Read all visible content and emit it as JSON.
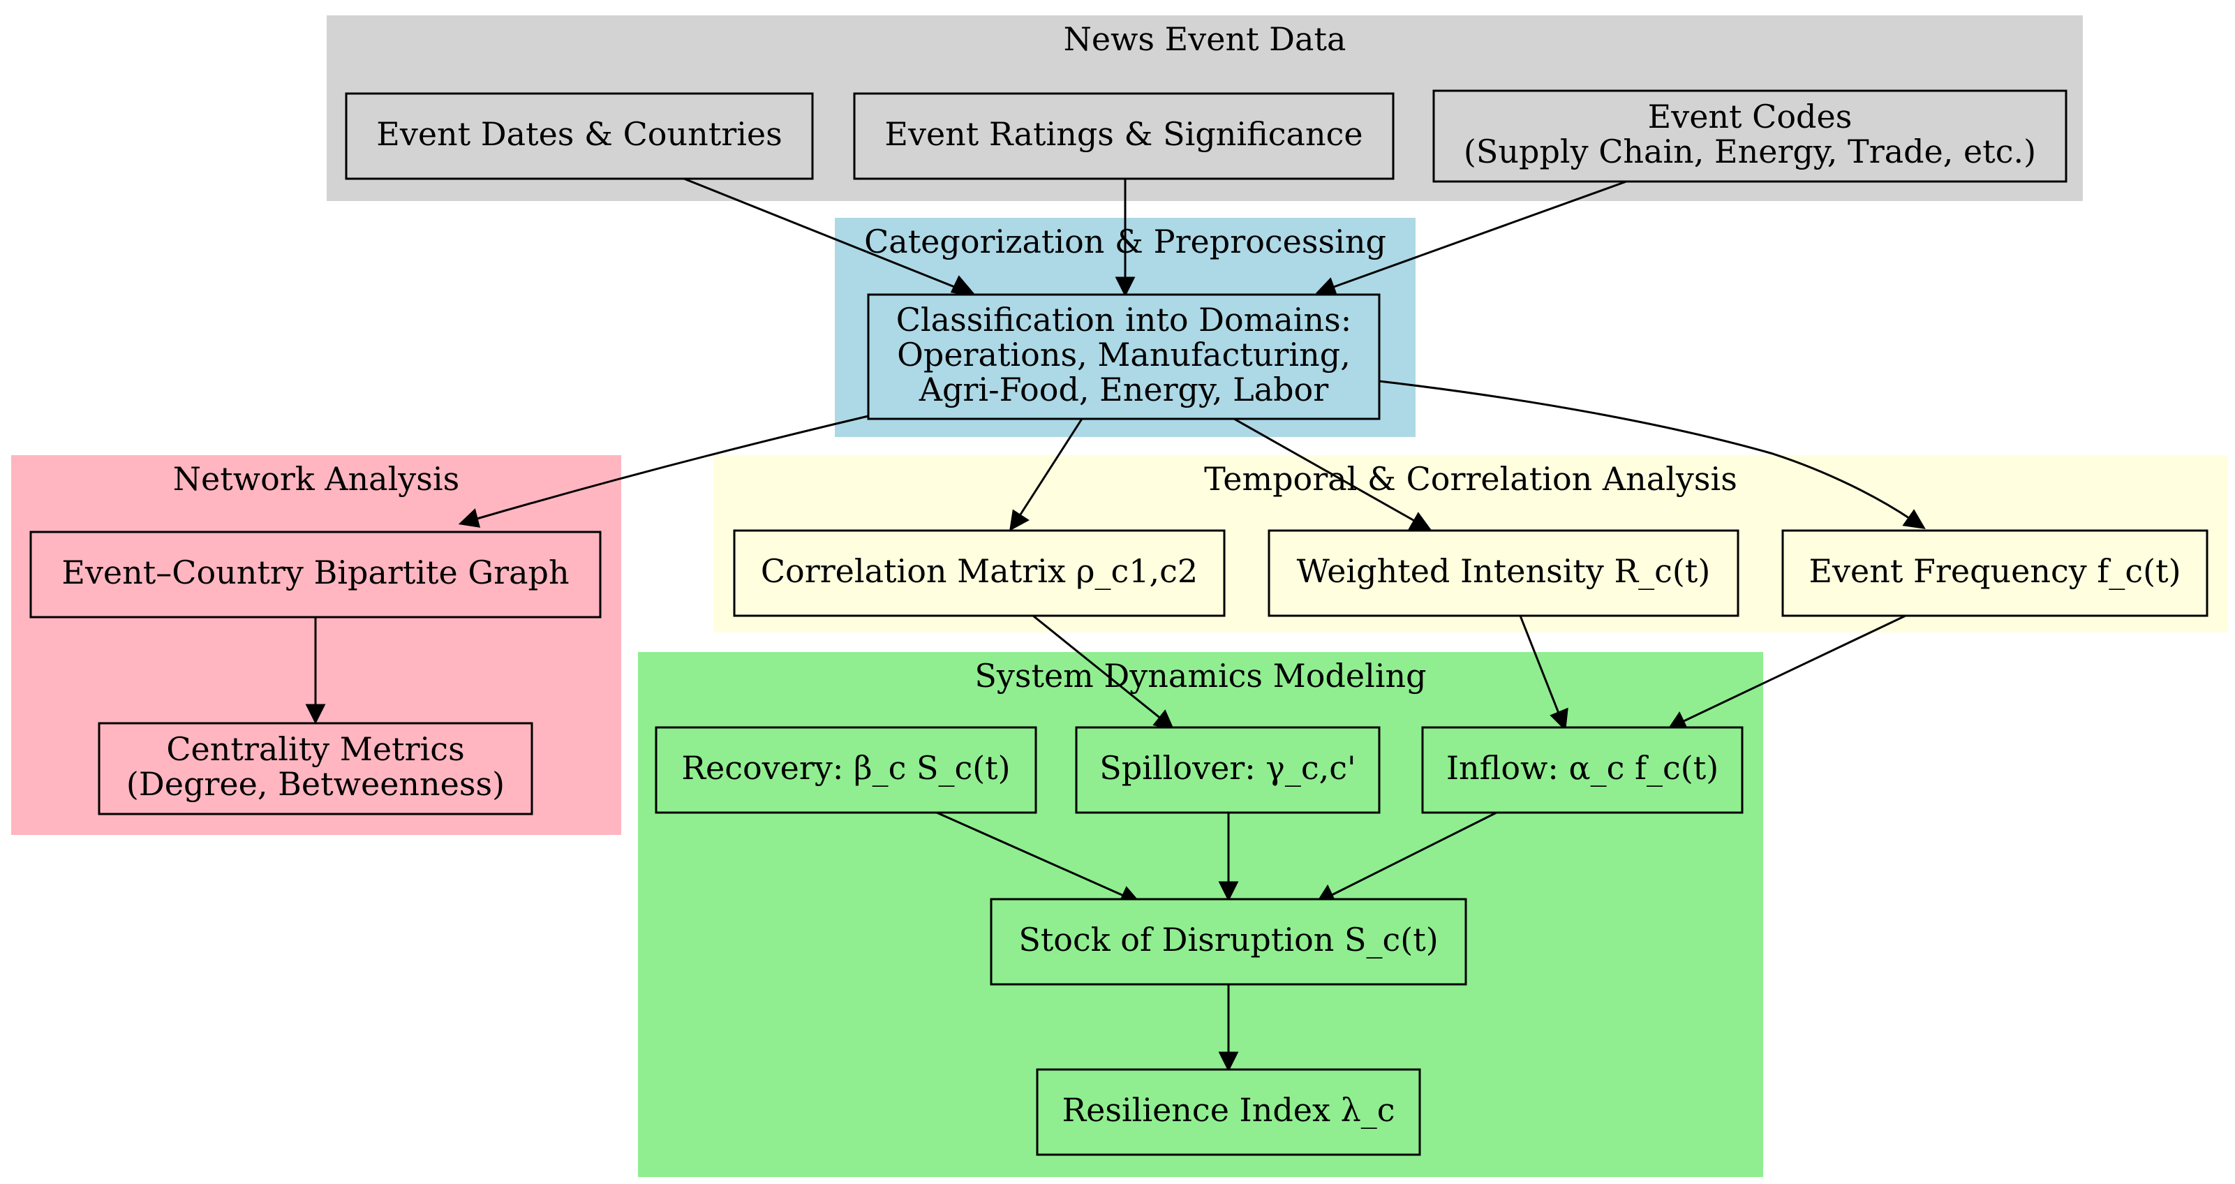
{
  "clusters": {
    "news": {
      "title": "News Event Data",
      "fill": "#d3d3d3"
    },
    "categorization": {
      "title": "Categorization & Preprocessing",
      "fill": "#add8e6"
    },
    "network": {
      "title": "Network Analysis",
      "fill": "#ffb6c1"
    },
    "temporal": {
      "title": "Temporal & Correlation Analysis",
      "fill": "#ffffe0"
    },
    "system": {
      "title": "System Dynamics Modeling",
      "fill": "#90ee90"
    }
  },
  "nodes": {
    "event_dates": {
      "lines": [
        "Event Dates & Countries"
      ]
    },
    "event_ratings": {
      "lines": [
        "Event Ratings & Significance"
      ]
    },
    "event_codes": {
      "lines": [
        "Event Codes",
        "(Supply Chain, Energy, Trade, etc.)"
      ]
    },
    "classification": {
      "lines": [
        "Classification into Domains:",
        "Operations, Manufacturing,",
        "Agri-Food, Energy, Labor"
      ]
    },
    "bipartite": {
      "lines": [
        "Event–Country Bipartite Graph"
      ]
    },
    "centrality": {
      "lines": [
        "Centrality Metrics",
        "(Degree, Betweenness)"
      ]
    },
    "correlation": {
      "lines": [
        "Correlation Matrix ρ_c1,c2"
      ]
    },
    "weighted": {
      "lines": [
        "Weighted Intensity R_c(t)"
      ]
    },
    "frequency": {
      "lines": [
        "Event Frequency f_c(t)"
      ]
    },
    "recovery": {
      "lines": [
        "Recovery: β_c S_c(t)"
      ]
    },
    "spillover": {
      "lines": [
        "Spillover: γ_c,c'"
      ]
    },
    "inflow": {
      "lines": [
        "Inflow: α_c f_c(t)"
      ]
    },
    "stock": {
      "lines": [
        "Stock of Disruption S_c(t)"
      ]
    },
    "resilience": {
      "lines": [
        "Resilience Index λ_c"
      ]
    }
  }
}
